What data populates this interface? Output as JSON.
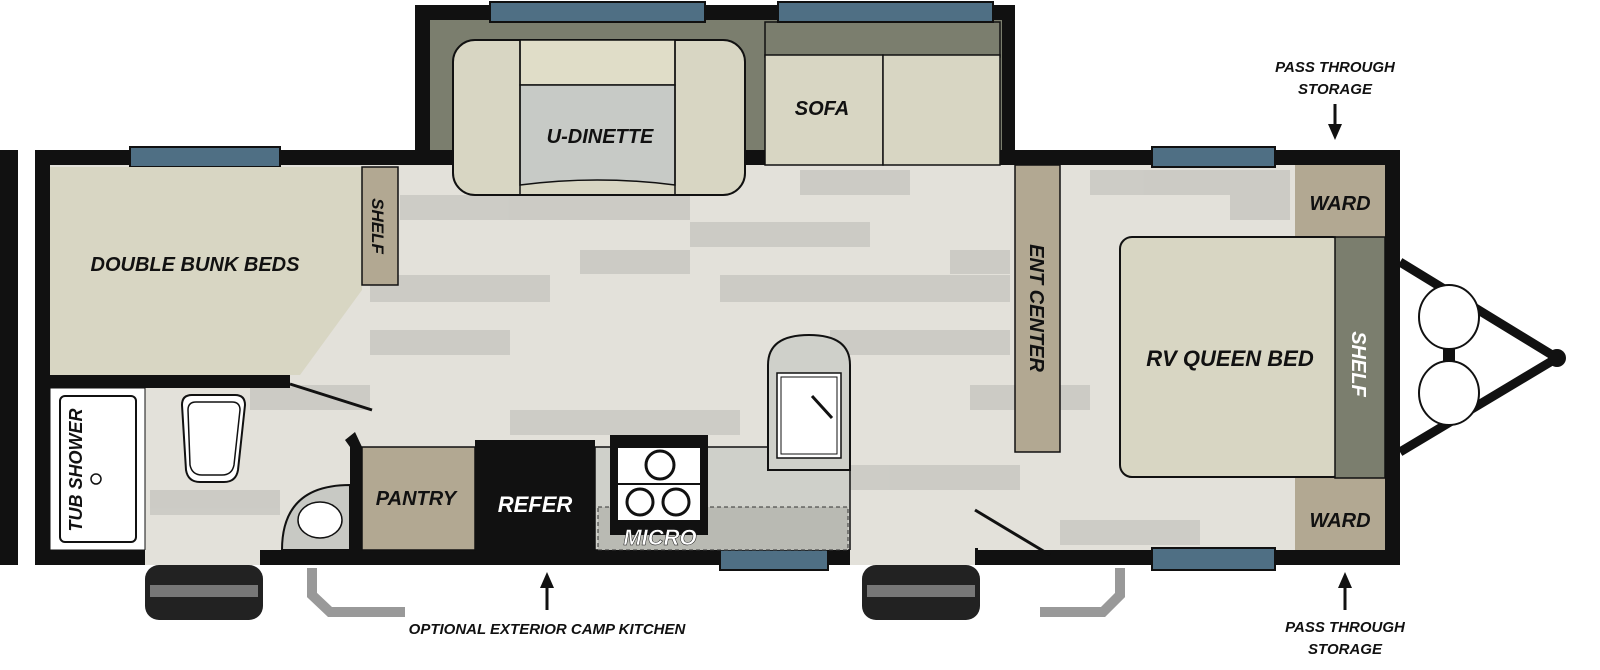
{
  "rooms": {
    "u_dinette": "U-DINETTE",
    "sofa": "SOFA",
    "double_bunk_beds": "DOUBLE BUNK BEDS",
    "shelf_bunk": "SHELF",
    "ent_center": "ENT CENTER",
    "rv_queen_bed": "RV QUEEN BED",
    "shelf_bed": "SHELF",
    "ward_top": "WARD",
    "ward_bottom": "WARD",
    "tub_shower": "TUB SHOWER",
    "pantry": "PANTRY",
    "refer": "REFER",
    "micro": "MICRO"
  },
  "annotations": {
    "pass_through_top_1": "PASS THROUGH",
    "pass_through_top_2": "STORAGE",
    "pass_through_bottom_1": "PASS THROUGH",
    "pass_through_bottom_2": "STORAGE",
    "camp_kitchen": "OPTIONAL EXTERIOR CAMP KITCHEN"
  },
  "colors": {
    "wall": "#111111",
    "window": "#4f6f84",
    "floor": "#e3e1da",
    "bed": "#d8d6c3",
    "cabinet": "#b2a892",
    "shelf_dark": "#7b7e6e"
  }
}
